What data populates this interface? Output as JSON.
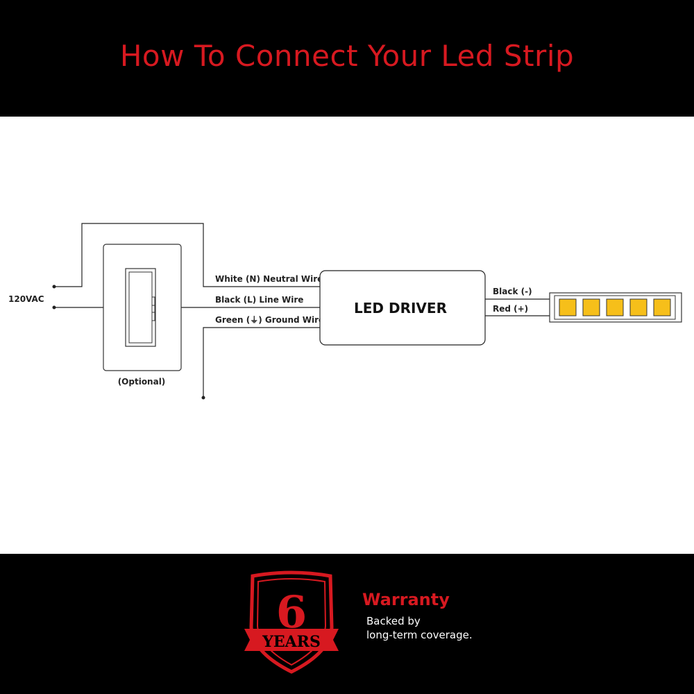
{
  "header": {
    "title": "How To Connect Your Led Strip"
  },
  "diagram": {
    "source_label": "120VAC",
    "switch_label": "(Optional)",
    "wires": {
      "neutral": "White (N) Neutral Wire",
      "line": "Black (L) Line Wire",
      "ground": "Green (⏚) Ground Wire"
    },
    "driver_label": "LED DRIVER",
    "outputs": {
      "negative": "Black (-)",
      "positive": "Red (+)"
    },
    "led_count": 5
  },
  "footer": {
    "badge_number": "6",
    "badge_unit": "YEARS",
    "warranty_title": "Warranty",
    "warranty_line1": "Backed by",
    "warranty_line2": "long-term coverage."
  },
  "colors": {
    "accent_red": "#d71920",
    "led_yellow": "#f6bf1a",
    "line_dark": "#222222",
    "background_dark": "#000000"
  }
}
